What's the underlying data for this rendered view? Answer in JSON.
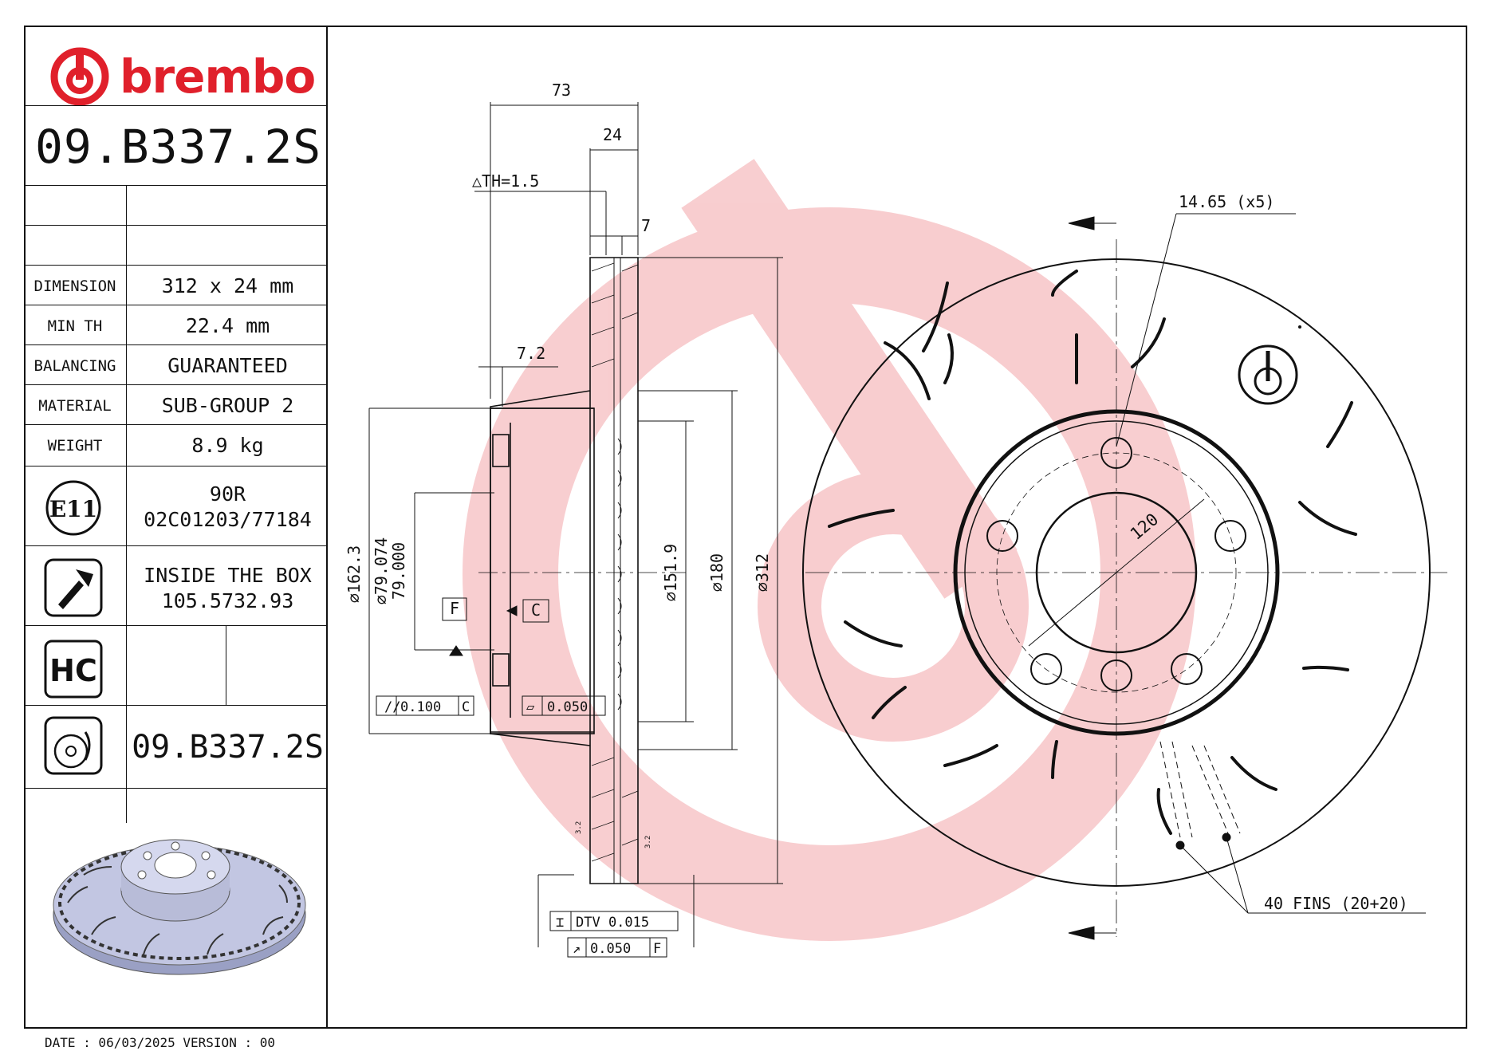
{
  "brand": {
    "name": "brembo",
    "color": "#e0202b"
  },
  "part_number": "09.B337.2S",
  "specs": [
    {
      "label": "DIMENSION",
      "value": "312 x 24 mm"
    },
    {
      "label": "MIN TH",
      "value": "22.4 mm"
    },
    {
      "label": "BALANCING",
      "value": "GUARANTEED"
    },
    {
      "label": "MATERIAL",
      "value": "SUB-GROUP 2"
    },
    {
      "label": "WEIGHT",
      "value": "8.9 kg"
    }
  ],
  "approval": {
    "badge": "E11",
    "line1": "90R",
    "line2": "02C01203/77184"
  },
  "box": {
    "line1": "INSIDE THE BOX",
    "line2": "105.5732.93"
  },
  "hc_badge": "HC",
  "bottom_part_number": "09.B337.2S",
  "footer": "DATE : 06/03/2025 VERSION : 00",
  "dimensions": {
    "d73": "73",
    "d24": "24",
    "th": "△TH=1.5",
    "d7": "7",
    "d7_2": "7.2",
    "dia162": "⌀162.3",
    "dia79a": "⌀79.074",
    "dia79b": "79.000",
    "dia151": "⌀151.9",
    "dia180": "⌀180",
    "dia312": "⌀312",
    "datum_f": "F",
    "datum_c": "C",
    "tol_par": "0.100",
    "tol_par_ref": "C",
    "tol_flat": "0.050",
    "dtv": "DTV 0.015",
    "runout": "0.050",
    "runout_ref": "F",
    "rough1": "3.2",
    "rough2": "3.2",
    "holes": "14.65 (x5)",
    "pcd": "120",
    "fins": "40 FINS (20+20)"
  }
}
